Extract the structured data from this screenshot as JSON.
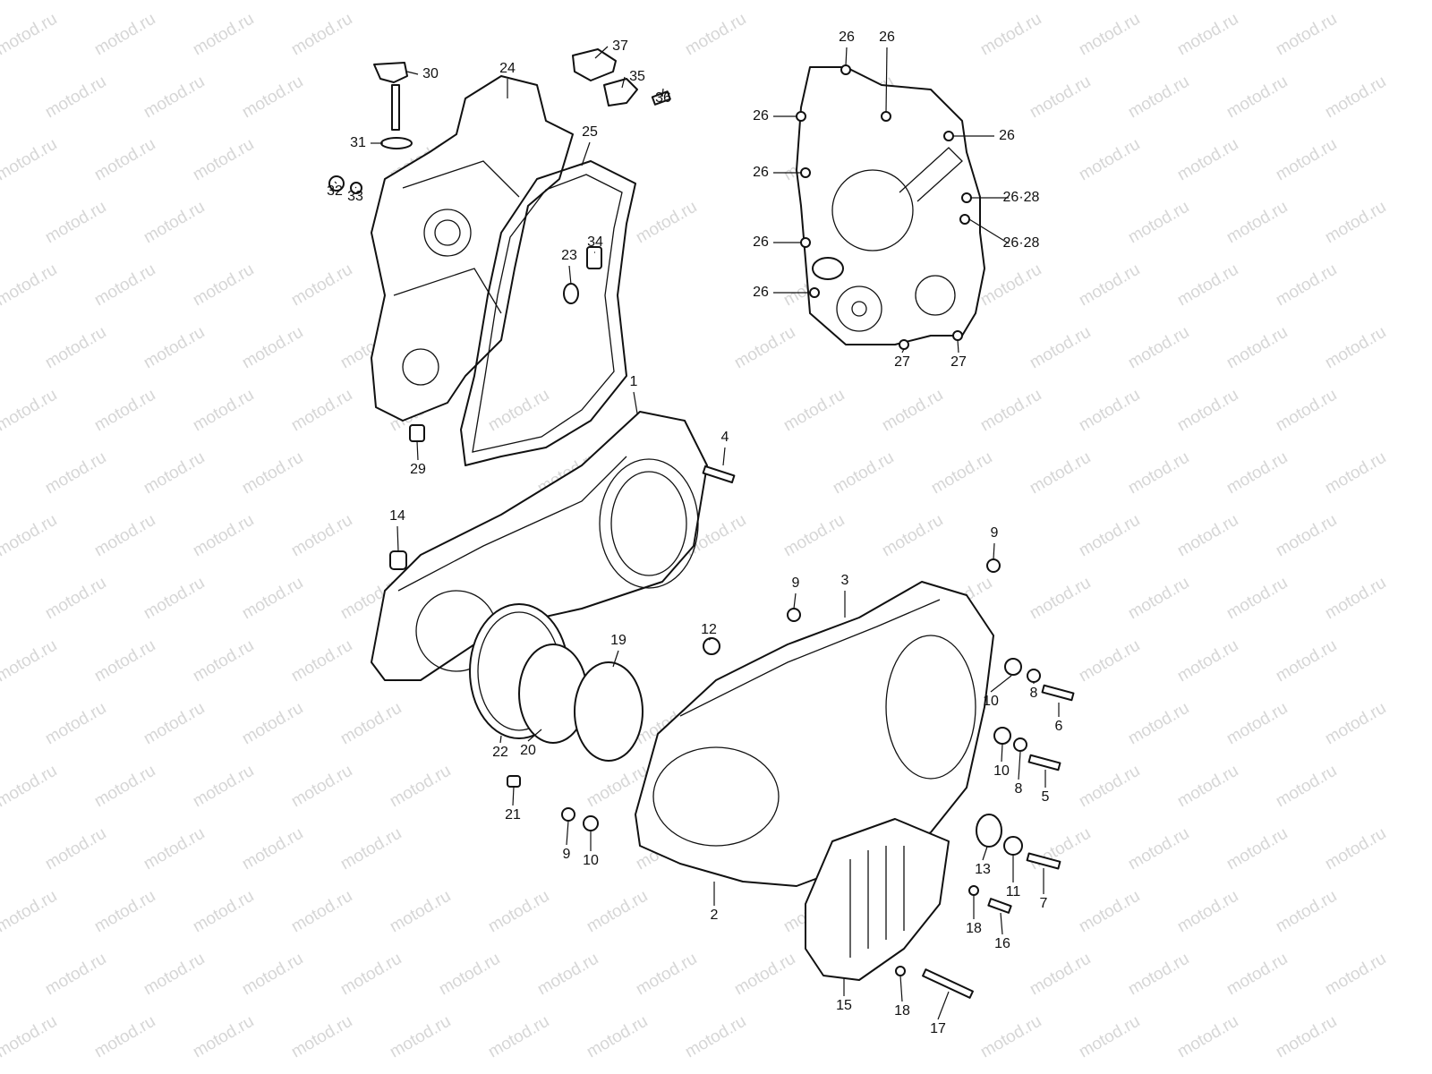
{
  "watermark": "motod.ru",
  "colors": {
    "line": "#111111",
    "watermark": "#d6d6d6",
    "background": "#ffffff"
  },
  "labels": [
    "37",
    "35",
    "36",
    "24",
    "30",
    "31",
    "25",
    "32",
    "33",
    "23",
    "34",
    "29",
    "1",
    "4",
    "14",
    "19",
    "22",
    "20",
    "21",
    "9",
    "10",
    "12",
    "9",
    "3",
    "9",
    "10",
    "8",
    "6",
    "10",
    "8",
    "5",
    "13",
    "11",
    "7",
    "18",
    "16",
    "2",
    "15",
    "18",
    "17",
    "26",
    "26",
    "26",
    "26",
    "26",
    "26·28",
    "26",
    "26·28",
    "26",
    "27",
    "27"
  ]
}
